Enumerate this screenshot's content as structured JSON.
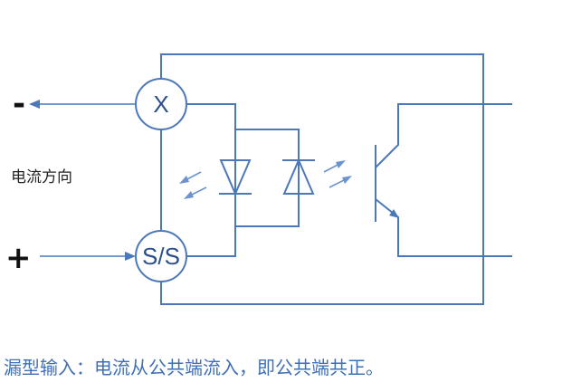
{
  "diagram": {
    "terminal_x": "X",
    "terminal_ss": "S/S",
    "minus_sign": "-",
    "plus_sign": "+",
    "current_direction_label": "电流方向",
    "caption": "漏型输入：电流从公共端流入，即公共端共正。"
  },
  "colors": {
    "wire": "#4a78b8",
    "caption": "#3f6fb6",
    "text": "#222222"
  }
}
